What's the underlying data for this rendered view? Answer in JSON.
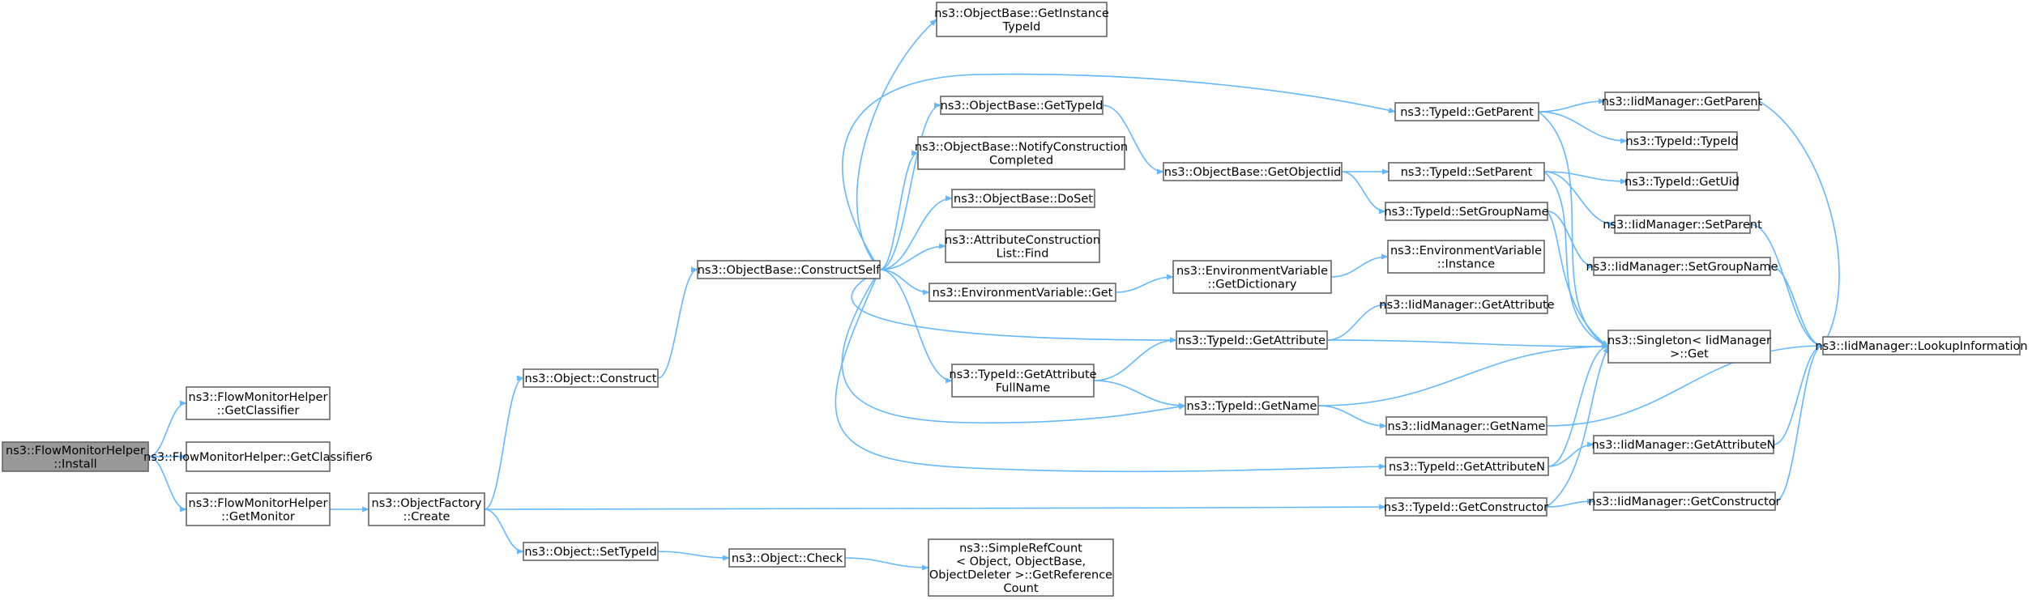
{
  "diagram": {
    "title": "",
    "edge_color": "#63b8ff",
    "root_fill": "#999999",
    "node_fill": "#ffffff",
    "node_border": "#666666",
    "nodes": [
      {
        "id": "install",
        "lines": [
          "ns3::FlowMonitorHelper",
          "::Install"
        ],
        "root": true
      },
      {
        "id": "getClassifier",
        "lines": [
          "ns3::FlowMonitorHelper",
          "::GetClassifier"
        ]
      },
      {
        "id": "getClassifier6",
        "lines": [
          "ns3::FlowMonitorHelper::GetClassifier6"
        ]
      },
      {
        "id": "getMonitor",
        "lines": [
          "ns3::FlowMonitorHelper",
          "::GetMonitor"
        ]
      },
      {
        "id": "factoryCreate",
        "lines": [
          "ns3::ObjectFactory",
          "::Create"
        ]
      },
      {
        "id": "construct",
        "lines": [
          "ns3::Object::Construct"
        ]
      },
      {
        "id": "setTypeId",
        "lines": [
          "ns3::Object::SetTypeId"
        ]
      },
      {
        "id": "check",
        "lines": [
          "ns3::Object::Check"
        ]
      },
      {
        "id": "simpleRefCount",
        "lines": [
          "ns3::SimpleRefCount",
          "< Object, ObjectBase,",
          "ObjectDeleter >::GetReference",
          "Count"
        ]
      },
      {
        "id": "constructSelf",
        "lines": [
          "ns3::ObjectBase::ConstructSelf"
        ]
      },
      {
        "id": "getInstanceTypeId",
        "lines": [
          "ns3::ObjectBase::GetInstance",
          "TypeId"
        ]
      },
      {
        "id": "obGetTypeId",
        "lines": [
          "ns3::ObjectBase::GetTypeId"
        ]
      },
      {
        "id": "notifyConstruction",
        "lines": [
          "ns3::ObjectBase::NotifyConstruction",
          "Completed"
        ]
      },
      {
        "id": "doSet",
        "lines": [
          "ns3::ObjectBase::DoSet"
        ]
      },
      {
        "id": "attrConstructionFind",
        "lines": [
          "ns3::AttributeConstruction",
          "List::Find"
        ]
      },
      {
        "id": "envGet",
        "lines": [
          "ns3::EnvironmentVariable::Get"
        ]
      },
      {
        "id": "getAttrFullName",
        "lines": [
          "ns3::TypeId::GetAttribute",
          "FullName"
        ]
      },
      {
        "id": "getObjectIid",
        "lines": [
          "ns3::ObjectBase::GetObjectIid"
        ]
      },
      {
        "id": "envGetDictionary",
        "lines": [
          "ns3::EnvironmentVariable",
          "::GetDictionary"
        ]
      },
      {
        "id": "tidGetAttribute",
        "lines": [
          "ns3::TypeId::GetAttribute"
        ]
      },
      {
        "id": "tidGetName",
        "lines": [
          "ns3::TypeId::GetName"
        ]
      },
      {
        "id": "tidGetParent",
        "lines": [
          "ns3::TypeId::GetParent"
        ]
      },
      {
        "id": "tidSetParent",
        "lines": [
          "ns3::TypeId::SetParent"
        ]
      },
      {
        "id": "tidSetGroupName",
        "lines": [
          "ns3::TypeId::SetGroupName"
        ]
      },
      {
        "id": "envInstance",
        "lines": [
          "ns3::EnvironmentVariable",
          "::Instance"
        ]
      },
      {
        "id": "iidGetAttribute",
        "lines": [
          "ns3::IidManager::GetAttribute"
        ]
      },
      {
        "id": "iidGetName",
        "lines": [
          "ns3::IidManager::GetName"
        ]
      },
      {
        "id": "tidGetAttributeN",
        "lines": [
          "ns3::TypeId::GetAttributeN"
        ]
      },
      {
        "id": "tidGetConstructor",
        "lines": [
          "ns3::TypeId::GetConstructor"
        ]
      },
      {
        "id": "iidGetParent",
        "lines": [
          "ns3::IidManager::GetParent"
        ]
      },
      {
        "id": "tidTypeId",
        "lines": [
          "ns3::TypeId::TypeId"
        ]
      },
      {
        "id": "tidGetUid",
        "lines": [
          "ns3::TypeId::GetUid"
        ]
      },
      {
        "id": "iidSetParent",
        "lines": [
          "ns3::IidManager::SetParent"
        ]
      },
      {
        "id": "iidSetGroupName",
        "lines": [
          "ns3::IidManager::SetGroupName"
        ]
      },
      {
        "id": "singletonGet",
        "lines": [
          "ns3::Singleton< IidManager",
          ">::Get"
        ]
      },
      {
        "id": "iidGetAttributeN",
        "lines": [
          "ns3::IidManager::GetAttributeN"
        ]
      },
      {
        "id": "iidGetConstructor",
        "lines": [
          "ns3::IidManager::GetConstructor"
        ]
      },
      {
        "id": "iidLookupInformation",
        "lines": [
          "ns3::IidManager::LookupInformation"
        ]
      }
    ],
    "edges": [
      [
        "install",
        "getClassifier"
      ],
      [
        "install",
        "getClassifier6"
      ],
      [
        "install",
        "getMonitor"
      ],
      [
        "getMonitor",
        "factoryCreate"
      ],
      [
        "factoryCreate",
        "construct"
      ],
      [
        "factoryCreate",
        "setTypeId"
      ],
      [
        "factoryCreate",
        "tidGetConstructor"
      ],
      [
        "setTypeId",
        "check"
      ],
      [
        "check",
        "simpleRefCount"
      ],
      [
        "construct",
        "constructSelf"
      ],
      [
        "constructSelf",
        "getInstanceTypeId"
      ],
      [
        "constructSelf",
        "tidGetParent"
      ],
      [
        "constructSelf",
        "obGetTypeId"
      ],
      [
        "constructSelf",
        "notifyConstruction"
      ],
      [
        "constructSelf",
        "doSet"
      ],
      [
        "constructSelf",
        "attrConstructionFind"
      ],
      [
        "constructSelf",
        "envGet"
      ],
      [
        "constructSelf",
        "tidGetAttribute"
      ],
      [
        "constructSelf",
        "getAttrFullName"
      ],
      [
        "constructSelf",
        "tidGetName"
      ],
      [
        "constructSelf",
        "tidGetAttributeN"
      ],
      [
        "obGetTypeId",
        "getObjectIid"
      ],
      [
        "getObjectIid",
        "tidSetParent"
      ],
      [
        "getObjectIid",
        "tidSetGroupName"
      ],
      [
        "envGet",
        "envGetDictionary"
      ],
      [
        "envGetDictionary",
        "envInstance"
      ],
      [
        "getAttrFullName",
        "tidGetAttribute"
      ],
      [
        "getAttrFullName",
        "tidGetName"
      ],
      [
        "tidGetAttribute",
        "iidGetAttribute"
      ],
      [
        "tidGetAttribute",
        "singletonGet"
      ],
      [
        "tidGetName",
        "iidGetName"
      ],
      [
        "tidGetName",
        "singletonGet"
      ],
      [
        "tidGetParent",
        "iidGetParent"
      ],
      [
        "tidGetParent",
        "tidTypeId"
      ],
      [
        "tidGetParent",
        "singletonGet"
      ],
      [
        "tidSetParent",
        "tidGetUid"
      ],
      [
        "tidSetParent",
        "iidSetParent"
      ],
      [
        "tidSetParent",
        "singletonGet"
      ],
      [
        "tidSetGroupName",
        "iidSetGroupName"
      ],
      [
        "tidSetGroupName",
        "singletonGet"
      ],
      [
        "tidGetAttributeN",
        "iidGetAttributeN"
      ],
      [
        "tidGetAttributeN",
        "singletonGet"
      ],
      [
        "tidGetConstructor",
        "iidGetConstructor"
      ],
      [
        "tidGetConstructor",
        "singletonGet"
      ],
      [
        "iidGetParent",
        "iidLookupInformation"
      ],
      [
        "iidSetParent",
        "iidLookupInformation"
      ],
      [
        "iidSetGroupName",
        "iidLookupInformation"
      ],
      [
        "iidGetName",
        "iidLookupInformation"
      ],
      [
        "iidGetAttributeN",
        "iidLookupInformation"
      ],
      [
        "iidGetConstructor",
        "iidLookupInformation"
      ]
    ]
  }
}
